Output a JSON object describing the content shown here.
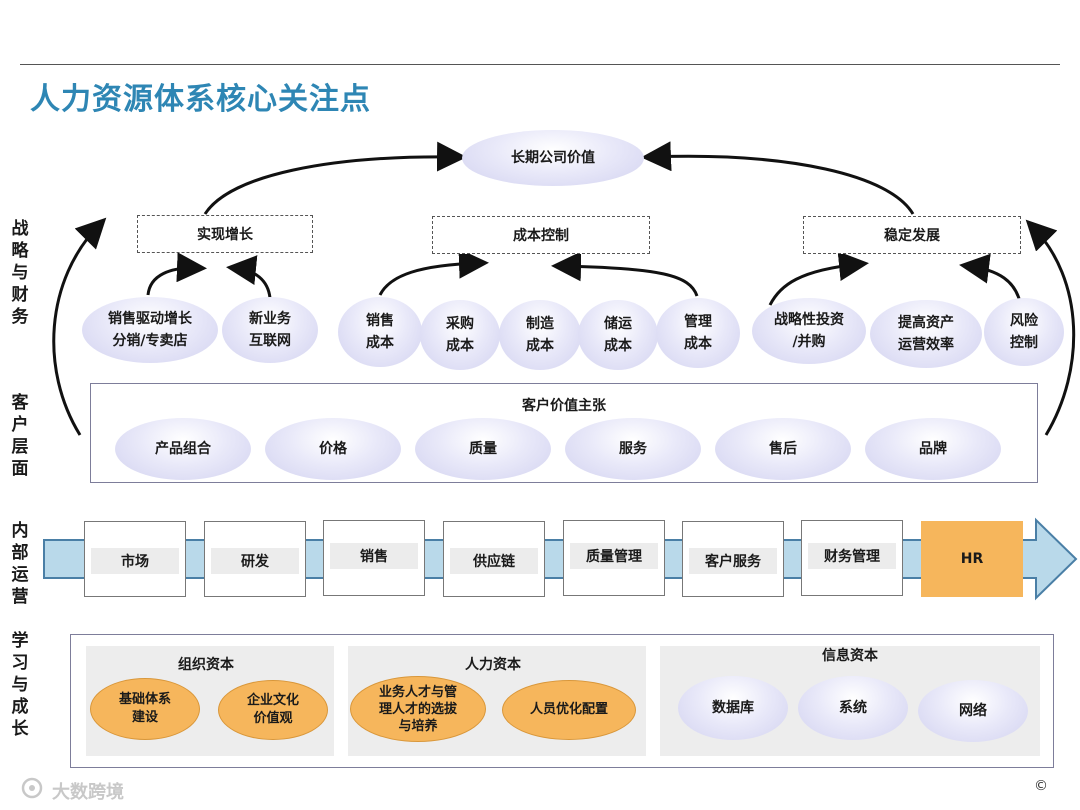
{
  "title": "人力资源体系核心关注点",
  "side_labels": {
    "strategy": "战\n略\n与\n财\n务",
    "customer": "客\n户\n层\n面",
    "internal": "内\n部\n运\n营",
    "learning": "学\n习\n与\n成\n长"
  },
  "top_goal": "长期公司价值",
  "strategy_groups": [
    "实现增长",
    "成本控制",
    "稳定发展"
  ],
  "strategy_items": [
    "销售驱动增长\n分销/专卖店",
    "新业务\n互联网",
    "销售\n成本",
    "采购\n成本",
    "制造\n成本",
    "储运\n成本",
    "管理\n成本",
    "战略性投资\n/并购",
    "提高资产\n运营效率",
    "风险\n控制"
  ],
  "customer": {
    "title": "客户价值主张",
    "items": [
      "产品组合",
      "价格",
      "质量",
      "服务",
      "售后",
      "品牌"
    ]
  },
  "internal": {
    "items": [
      "市场",
      "研发",
      "销售",
      "供应链",
      "质量管理",
      "客户服务",
      "财务管理",
      "HR"
    ],
    "highlight_color": "#f6b65c"
  },
  "learning": {
    "groups": [
      {
        "title": "组织资本",
        "items": [
          "基础体系\n建设",
          "企业文化\n价值观"
        ]
      },
      {
        "title": "人力资本",
        "items": [
          "业务人才与管\n理人才的选拔\n与培养",
          "人员优化配置"
        ]
      },
      {
        "title": "信息资本",
        "items": [
          "数据库",
          "系统",
          "网络"
        ]
      }
    ]
  },
  "footer": {
    "watermark": "大数跨境",
    "copyright": "©"
  },
  "colors": {
    "title": "#2e86b4",
    "arrow_fill": "#b9d9ea",
    "arrow_stroke": "#4a7fa6",
    "ellipse_blue": "#d2d2f0",
    "ellipse_orange": "#f6b65c"
  }
}
